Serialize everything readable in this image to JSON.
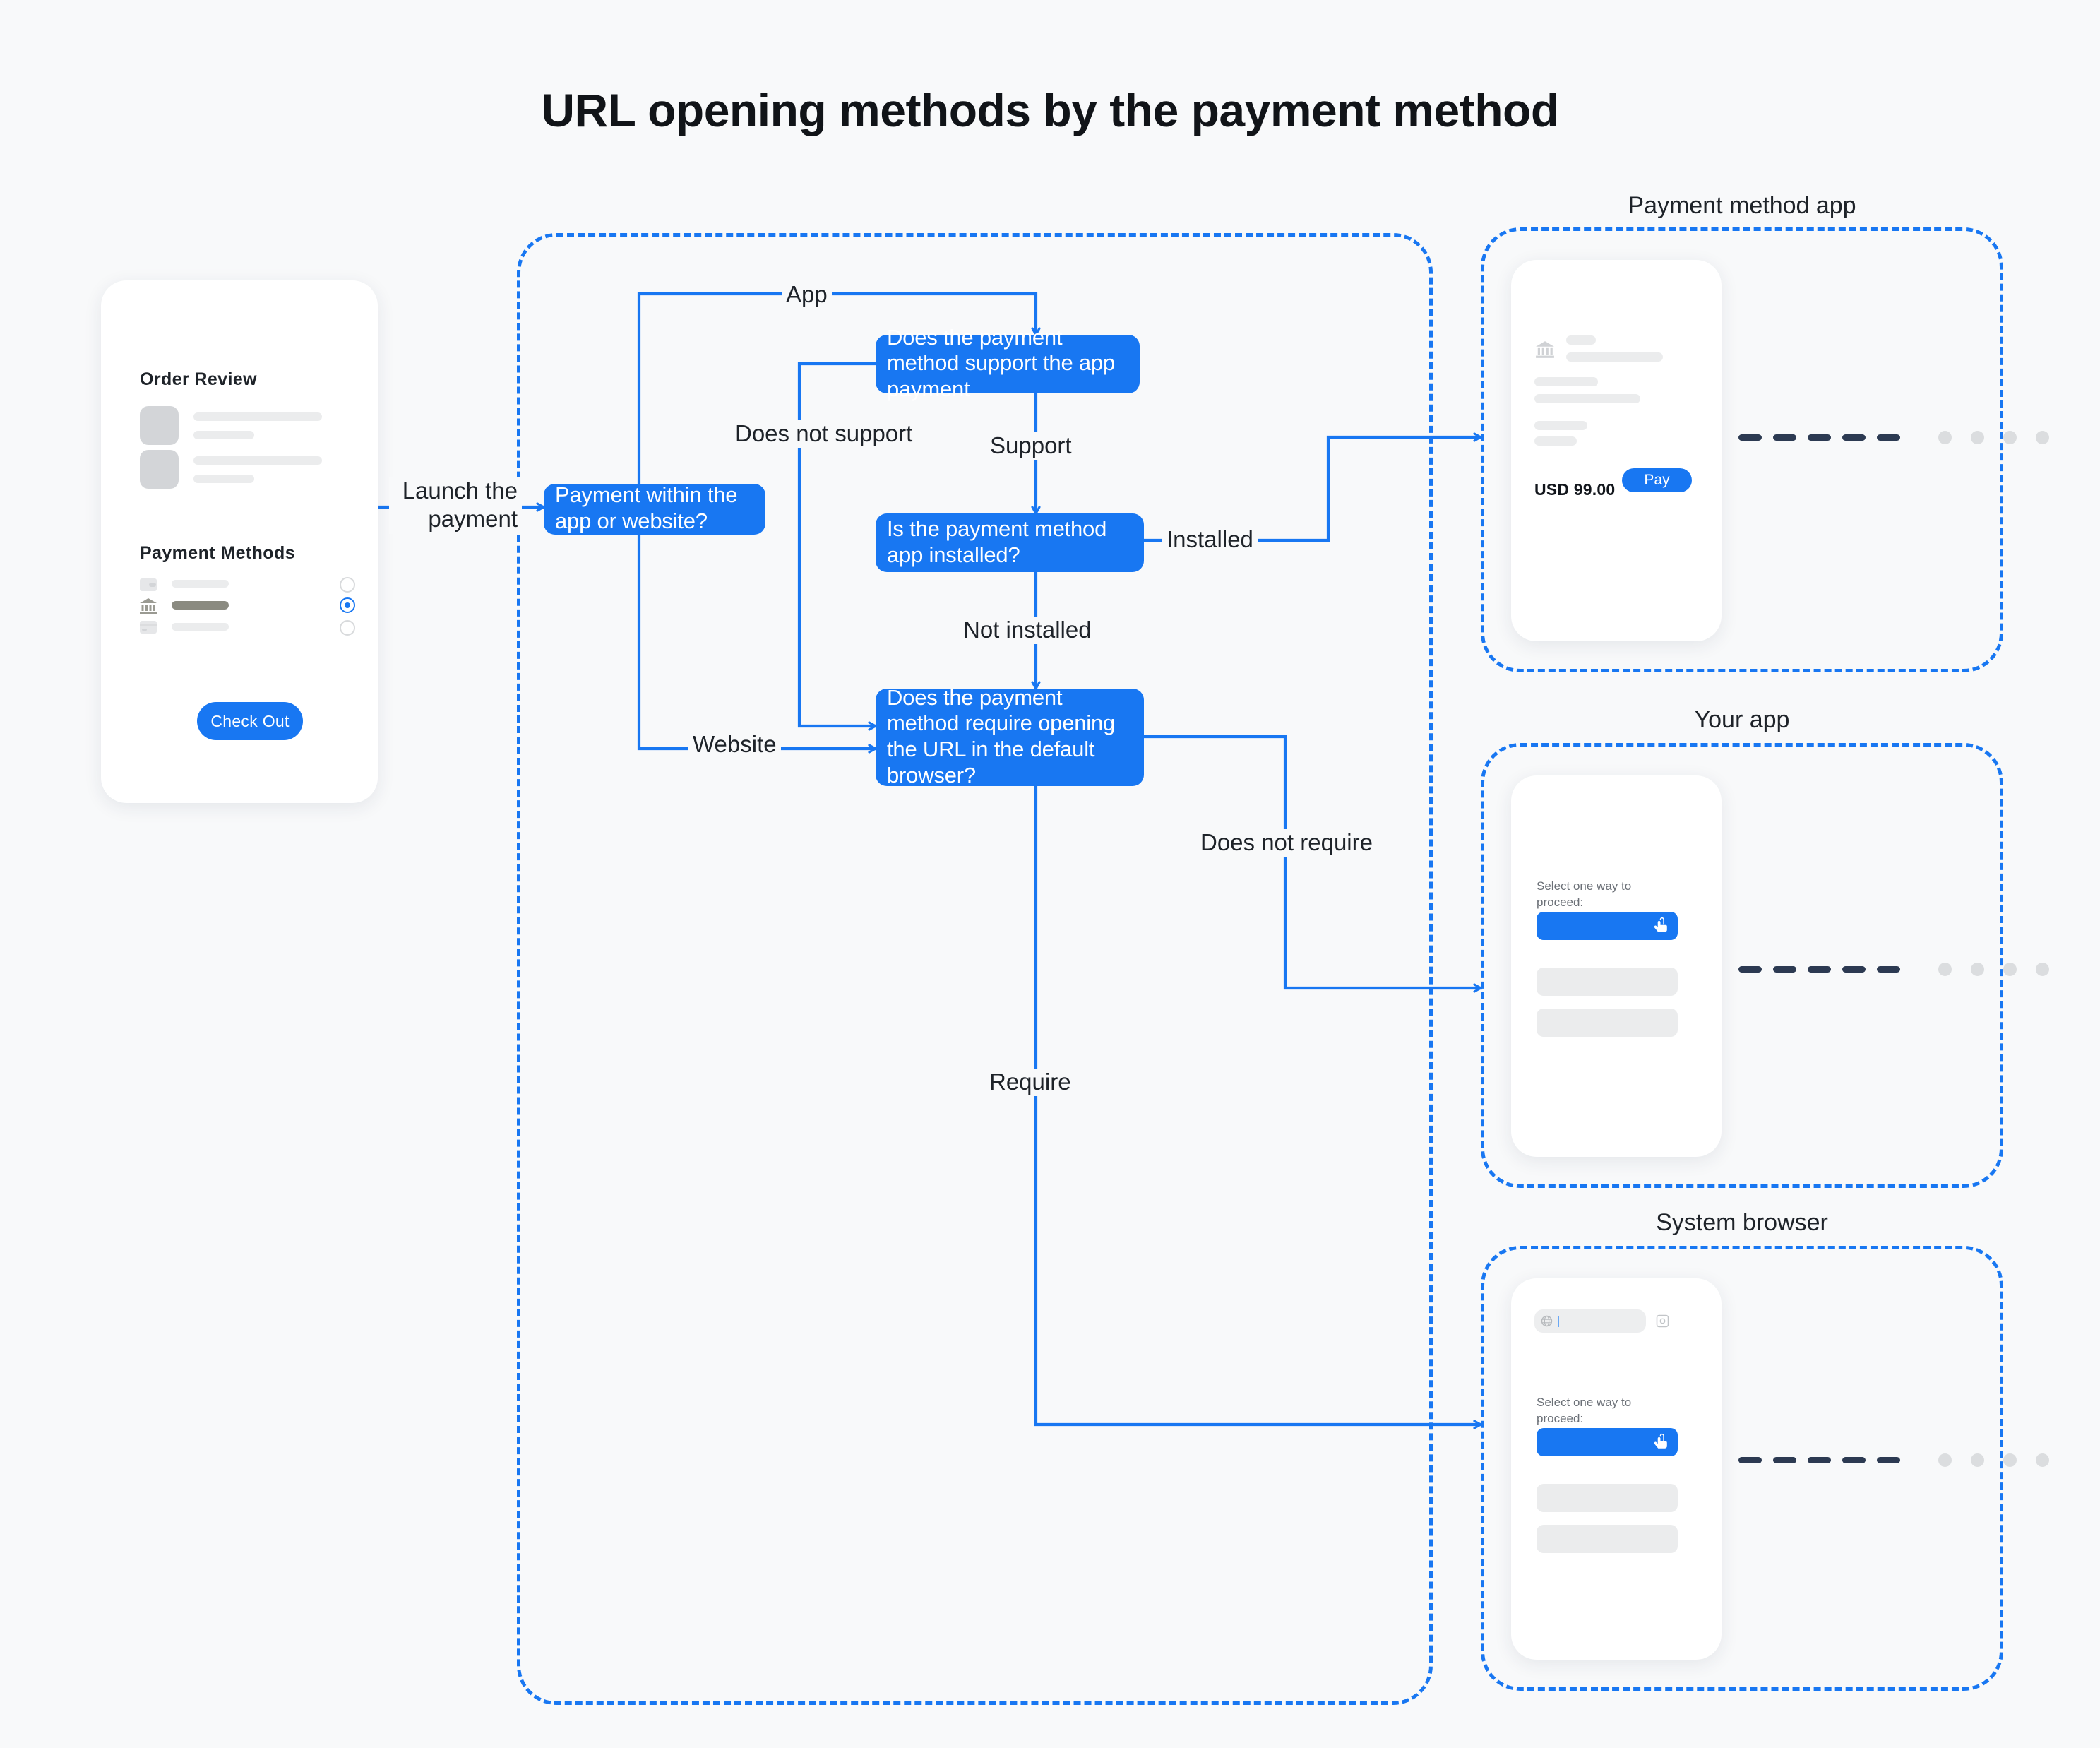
{
  "page": {
    "title": "URL opening methods by the payment method",
    "background": "#F8F9FA",
    "accent": "#1877F2",
    "dash_color": "#2C3A52"
  },
  "checkout_phone": {
    "name": "checkout-screen",
    "order_review_heading": "Order Review",
    "payment_methods_heading": "Payment Methods",
    "checkout_button": "Check Out",
    "payment_methods": [
      {
        "icon": "wallet-icon",
        "selected": false
      },
      {
        "icon": "bank-icon",
        "selected": true
      },
      {
        "icon": "card-icon",
        "selected": false
      }
    ]
  },
  "flow": {
    "nodes": [
      {
        "id": "entry",
        "label": "Payment within the app or website?"
      },
      {
        "id": "support",
        "label": "Does the payment method support the app payment"
      },
      {
        "id": "installed",
        "label": "Is the payment method app installed?"
      },
      {
        "id": "browser",
        "label": "Does the payment method require opening the URL in the default browser?"
      }
    ],
    "edge_labels": {
      "launch": "Launch the payment",
      "app": "App",
      "website": "Website",
      "does_not_support": "Does not support",
      "support": "Support",
      "installed": "Installed",
      "not_installed": "Not installed",
      "does_not_require": "Does not require",
      "require": "Require"
    }
  },
  "panels": [
    {
      "id": "payment-method-app",
      "label": "Payment method app",
      "phone": {
        "kind": "payment-app",
        "merchant_icon": "bank-icon",
        "amount": "USD 99.00",
        "pay_button": "Pay"
      }
    },
    {
      "id": "your-app",
      "label": "Your app",
      "phone": {
        "kind": "select-way",
        "prompt": "Select one way to proceed:",
        "primary_option_icon": "tap-hand-icon",
        "option_count": 3
      }
    },
    {
      "id": "system-browser",
      "label": "System browser",
      "phone": {
        "kind": "browser",
        "url_bar_icon": "globe-icon",
        "url_bar_value": "",
        "tabs_icon": "tabs-icon",
        "prompt": "Select one way to proceed:",
        "primary_option_icon": "tap-hand-icon",
        "option_count": 3
      }
    }
  ]
}
